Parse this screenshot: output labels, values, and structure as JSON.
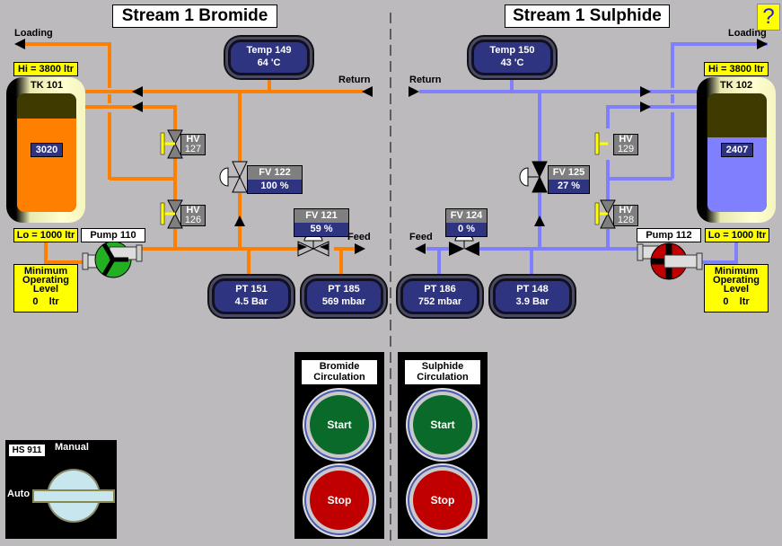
{
  "titles": {
    "left": "Stream 1 Bromide",
    "right": "Stream 1 Sulphide"
  },
  "help": {
    "icon": "question-mark-icon",
    "label": "?"
  },
  "colors": {
    "background": "#bcbabd",
    "bromide_pipe": "#ff8000",
    "sulphide_pipe": "#8080ff",
    "display_blue": "#2e3480",
    "alarm_yellow": "#ffff00",
    "pump_running": "#22b022",
    "pump_stopped": "#c00000",
    "start_green": "#0a6a2a",
    "stop_red": "#c00000"
  },
  "bromide": {
    "loading_label": "Loading",
    "return_label": "Return",
    "feed_label": "Feed",
    "tank": {
      "name": "TK 101",
      "hi": "Hi = 3800 ltr",
      "lo": "Lo = 1000 ltr",
      "level": "3020",
      "level_fraction": 0.79
    },
    "min_level": {
      "line1": "Minimum",
      "line2": "Operating",
      "line3": "Level",
      "value": "0",
      "unit": "ltr"
    },
    "pump": {
      "name": "Pump 110",
      "state": "running"
    },
    "temp": {
      "tag": "Temp 149",
      "value": "64 'C"
    },
    "hv_top": {
      "tag": "HV",
      "num": "127"
    },
    "hv_bottom": {
      "tag": "HV",
      "num": "126"
    },
    "fv_upper": {
      "tag": "FV 122",
      "value": "100 %"
    },
    "fv_feed": {
      "tag": "FV 121",
      "value": "59 %"
    },
    "pt_a": {
      "tag": "PT 151",
      "value": "4.5 Bar"
    },
    "pt_b": {
      "tag": "PT 185",
      "value": "569 mbar"
    }
  },
  "sulphide": {
    "loading_label": "Loading",
    "return_label": "Return",
    "feed_label": "Feed",
    "tank": {
      "name": "TK 102",
      "hi": "Hi = 3800 ltr",
      "lo": "Lo = 1000 ltr",
      "level": "2407",
      "level_fraction": 0.63
    },
    "min_level": {
      "line1": "Minimum",
      "line2": "Operating",
      "line3": "Level",
      "value": "0",
      "unit": "ltr"
    },
    "pump": {
      "name": "Pump 112",
      "state": "stopped"
    },
    "temp": {
      "tag": "Temp 150",
      "value": "43 'C"
    },
    "hv_top": {
      "tag": "HV",
      "num": "129"
    },
    "hv_bottom": {
      "tag": "HV",
      "num": "128"
    },
    "fv_upper": {
      "tag": "FV 125",
      "value": "27 %"
    },
    "fv_feed": {
      "tag": "FV 124",
      "value": "0 %"
    },
    "pt_a": {
      "tag": "PT 186",
      "value": "752 mbar"
    },
    "pt_b": {
      "tag": "PT 148",
      "value": "3.9 Bar"
    }
  },
  "circulation": {
    "bromide": {
      "line1": "Bromide",
      "line2": "Circulation",
      "start": "Start",
      "stop": "Stop"
    },
    "sulphide": {
      "line1": "Sulphide",
      "line2": "Circulation",
      "start": "Start",
      "stop": "Stop"
    }
  },
  "selector": {
    "tag": "HS 911",
    "manual": "Manual",
    "auto": "Auto",
    "position": "Auto"
  }
}
